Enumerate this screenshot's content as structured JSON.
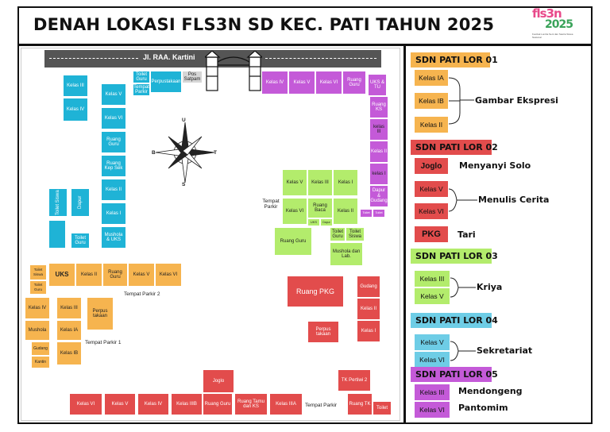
{
  "title": "DENAH LOKASI FLS3N SD KEC. PATI TAHUN 2025",
  "logo": {
    "line1": "fls3n",
    "line2": "2025",
    "tagline": "Festival Lomba Seni dan Sastra Siswa Nasional"
  },
  "map": {
    "road_label": "Jl. RAA. Kartini",
    "compass": {
      "n": "U",
      "s": "S",
      "w": "B",
      "e": "T"
    },
    "parking": {
      "p1": "Tempat Parkir 1",
      "p2": "Tempat Parkir 2",
      "center": "Tempat Parkir",
      "bottom": "Tempat Parkir"
    },
    "rooms": {
      "r1": "Toilet Guru",
      "r2": "Perpustakaan",
      "r3": "Pos Satpam",
      "r4": "Tempat Parkir",
      "r5": "Kelas III",
      "r6": "Kelas IV",
      "r7": "Kelas V",
      "r8": "Kelas VI",
      "r9": "Ruang Guru",
      "r10": "Ruang Kep Sek",
      "r11": "Kelas II",
      "r12": "Kelas I",
      "r13": "Mushola & UKS",
      "r14": "Toilet Siswa",
      "r15": "Dapur",
      "r16": "Toilet Guru",
      "p1": "Kelas IV",
      "p2": "Kelas V",
      "p3": "Kelas VI",
      "p4": "Ruang Guru",
      "p5": "UKS & TU",
      "p6": "Ruang KS",
      "p7": "kelas III",
      "p8": "Kelas II",
      "p9": "kelas I",
      "p10": "Dapur & Gudang",
      "p11": "Toilet",
      "p12": "Toilet",
      "g1": "Kelas V",
      "g2": "Kelas III",
      "g3": "Kelas I",
      "g4": "Kelas VI",
      "g5": "Ruang Baca",
      "g6": "Kelas II",
      "g7": "UKS",
      "g8": "Dapur",
      "g9": "Ruang Guru",
      "g10": "Toilet Guru",
      "g11": "Toilet Siswa",
      "g12": "Mushola dan Lab.",
      "o1": "Toilet Siswa",
      "o2": "Toilet Guru",
      "o3": "UKS",
      "o4": "Kelas II",
      "o5": "Ruang Guru",
      "o6": "Kelas V",
      "o7": "Kelas VI",
      "o8": "Kelas IV",
      "o9": "Kelas III",
      "o10": "Perpus takaan",
      "o11": "Mushola",
      "o12": "Kelas IA",
      "o13": "Gudang",
      "o14": "Kelas IB",
      "o15": "Kantin",
      "x1": "Ruang PKG",
      "x2": "Gudang",
      "x3": "Kelas II",
      "x4": "Perpus takaan",
      "x5": "Kelas I",
      "x6": "Joglo",
      "x7": "TK Pertiwi 2",
      "x8": "Kelas VI",
      "x9": "Kelas V",
      "x10": "Kelas IV",
      "x11": "Kelas IIIB",
      "x12": "Ruang Guru",
      "x13": "Ruang Tamu dan KS",
      "x14": "Kelas IIIA",
      "x15": "Ruang TK",
      "x16": "Toilet"
    }
  },
  "legend": {
    "s1": {
      "header": "SDN PATI LOR 01",
      "rooms": [
        "Kelas IA",
        "Kelas IB",
        "Kelas II"
      ],
      "activity": "Gambar Ekspresi"
    },
    "s2": {
      "header": "SDN PATI LOR 02",
      "joglo": "Joglo",
      "joglo_activity": "Menyanyi Solo",
      "rooms": [
        "Kelas V",
        "Kelas VI"
      ],
      "rooms_activity": "Menulis Cerita",
      "pkg": "PKG",
      "pkg_activity": "Tari"
    },
    "s3": {
      "header": "SDN PATI LOR 03",
      "rooms": [
        "Kelas III",
        "Kelas V"
      ],
      "activity": "Kriya"
    },
    "s4": {
      "header": "SDN PATI LOR 04",
      "rooms": [
        "Kelas V",
        "Kelas VI"
      ],
      "activity": "Sekretariat"
    },
    "s5": {
      "header": "SDN PATI LOR 05",
      "rooms": [
        "Kelas III",
        "Kelas VI"
      ],
      "activities": [
        "Mendongeng",
        "Pantomim"
      ]
    }
  },
  "colors": {
    "cyan": "#1fb3d6",
    "purple": "#c45ad8",
    "green": "#b3ec6c",
    "orange": "#f6b44f",
    "red": "#e24c4c"
  }
}
